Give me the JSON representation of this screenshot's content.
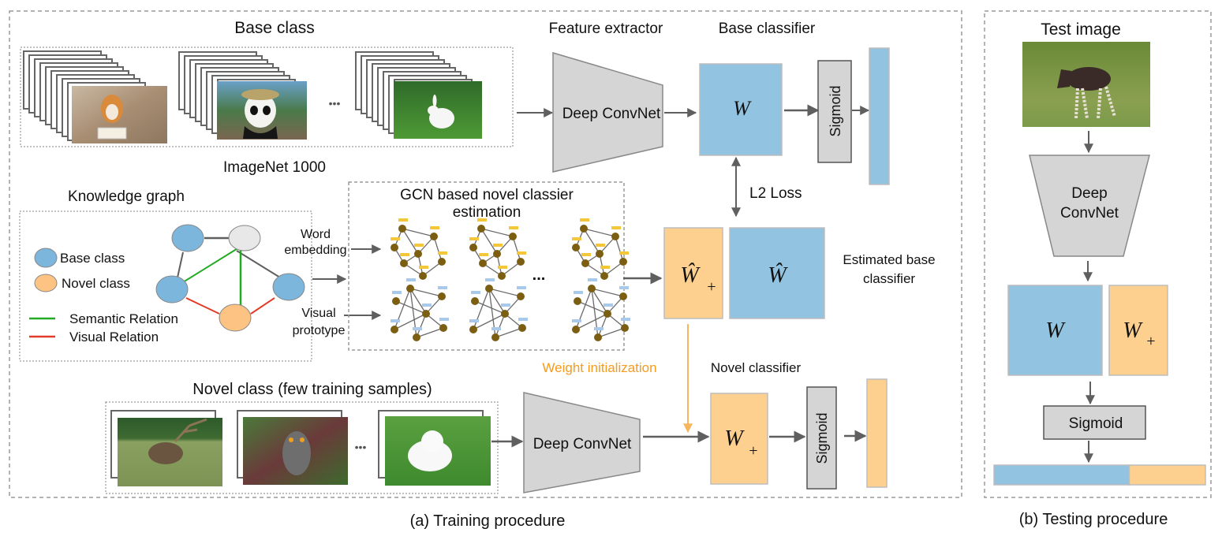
{
  "colors": {
    "base_blue": "#92c3e0",
    "novel_orange": "#fdd08f",
    "gray_block": "#d6d5d6",
    "arrow": "#5f5f5f",
    "semantic_green": "#22aa22",
    "visual_red": "#e23b2a",
    "init_orange": "#f79b1c",
    "node_gray": "#e8e8e8",
    "gcn_node": "#7c5e13",
    "gcn_yellow_tag": "#f4c63a",
    "gcn_blue_tag": "#a8c9ea"
  },
  "training": {
    "caption": "(a) Training procedure",
    "base_class": {
      "title": "Base class",
      "dataset_label": "ImageNet 1000",
      "images": [
        "shiba-dog-with-book",
        "panda-with-hat",
        "white-rabbit"
      ],
      "ellipsis": "•••"
    },
    "feature_extractor": {
      "title": "Feature extractor",
      "label": "Deep ConvNet"
    },
    "base_classifier": {
      "title": "Base classifier",
      "weight_symbol": "W",
      "sigmoid_label": "Sigmoid"
    },
    "l2_loss": "L2 Loss",
    "knowledge_graph": {
      "title": "Knowledge graph",
      "legend": {
        "base_class": "Base class",
        "novel_class": "Novel class",
        "semantic_relation": "Semantic Relation",
        "visual_relation": "Visual Relation"
      },
      "word_embedding": "Word\nembedding",
      "word_embedding_line1": "Word",
      "word_embedding_line2": "embedding",
      "visual_prototype_line1": "Visual",
      "visual_prototype_line2": "prototype"
    },
    "gcn": {
      "title_line1": "GCN based novel classier",
      "title_line2": "estimation",
      "ellipsis": "..."
    },
    "estimated": {
      "novel_symbol": "Ŵ",
      "novel_subscript": "+",
      "base_symbol": "Ŵ",
      "label_line1": "Estimated base",
      "label_line2": "classifier"
    },
    "weight_initialization": "Weight initialization",
    "novel_classifier": {
      "title": "Novel classifier",
      "weight_symbol": "W",
      "weight_subscript": "+",
      "sigmoid_label": "Sigmoid"
    },
    "novel_class": {
      "title": "Novel class (few training samples)",
      "images": [
        "deer",
        "owl",
        "white-puppy"
      ],
      "ellipsis": "•••",
      "extractor_label": "Deep ConvNet"
    }
  },
  "testing": {
    "caption": "(b) Testing procedure",
    "test_image_title": "Test image",
    "test_image": "okapi",
    "extractor_line1": "Deep",
    "extractor_line2": "ConvNet",
    "base_symbol": "W",
    "novel_symbol": "W",
    "novel_subscript": "+",
    "sigmoid_label": "Sigmoid",
    "output_base_fraction": 0.64
  }
}
